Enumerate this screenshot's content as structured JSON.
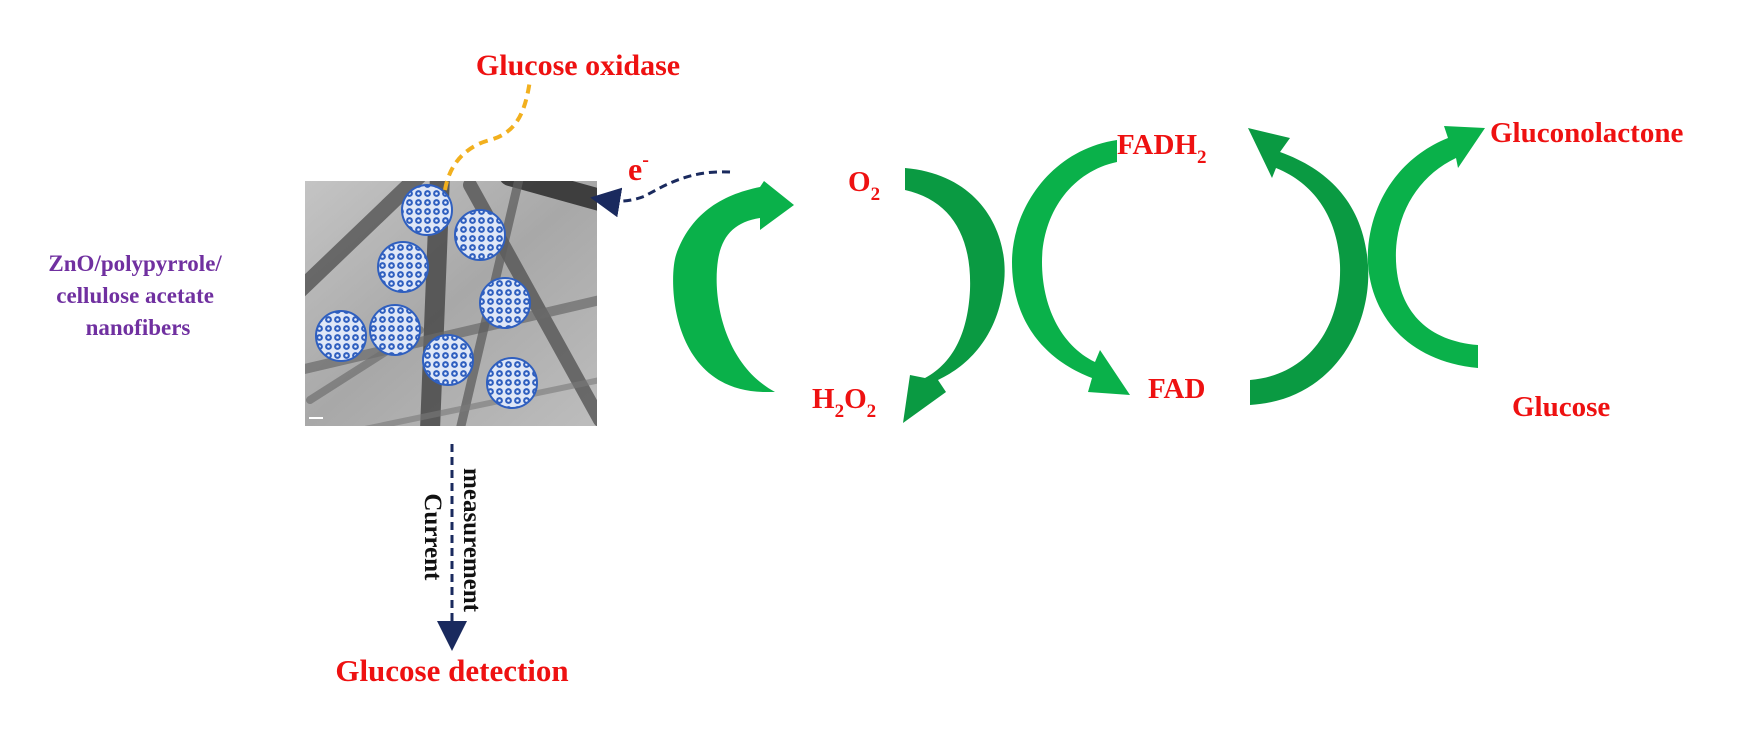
{
  "labels": {
    "glucose_oxidase": "Glucose oxidase",
    "electron": "e",
    "electron_sup": "-",
    "material_line1": "ZnO/polypyrrole/",
    "material_line2": "cellulose acetate",
    "material_line3": "nanofibers",
    "current_line1": "Current",
    "current_line2": "measurement",
    "glucose_detection": "Glucose detection",
    "o2_main": "O",
    "o2_sub": "2",
    "h2o2_h": "H",
    "h2o2_sub1": "2",
    "h2o2_o": "O",
    "h2o2_sub2": "2",
    "fadh2_main": "FADH",
    "fadh2_sub": "2",
    "fad": "FAD",
    "gluconolactone": "Gluconolactone",
    "glucose": "Glucose"
  },
  "colors": {
    "label_red": "#ee1111",
    "label_purple": "#7030a0",
    "arrow_green": "#0ab14a",
    "arrow_green_dark": "#0a8a3a",
    "dash_navy": "#1a2a5e",
    "dash_orange": "#f2b01e",
    "sphere_blue": "#2f5fbf",
    "tem_gray": "#9a9a9a"
  },
  "icons": {
    "tem_image": "tem-micrograph-image",
    "enzyme_spheres": "enzyme-sphere-icon"
  }
}
